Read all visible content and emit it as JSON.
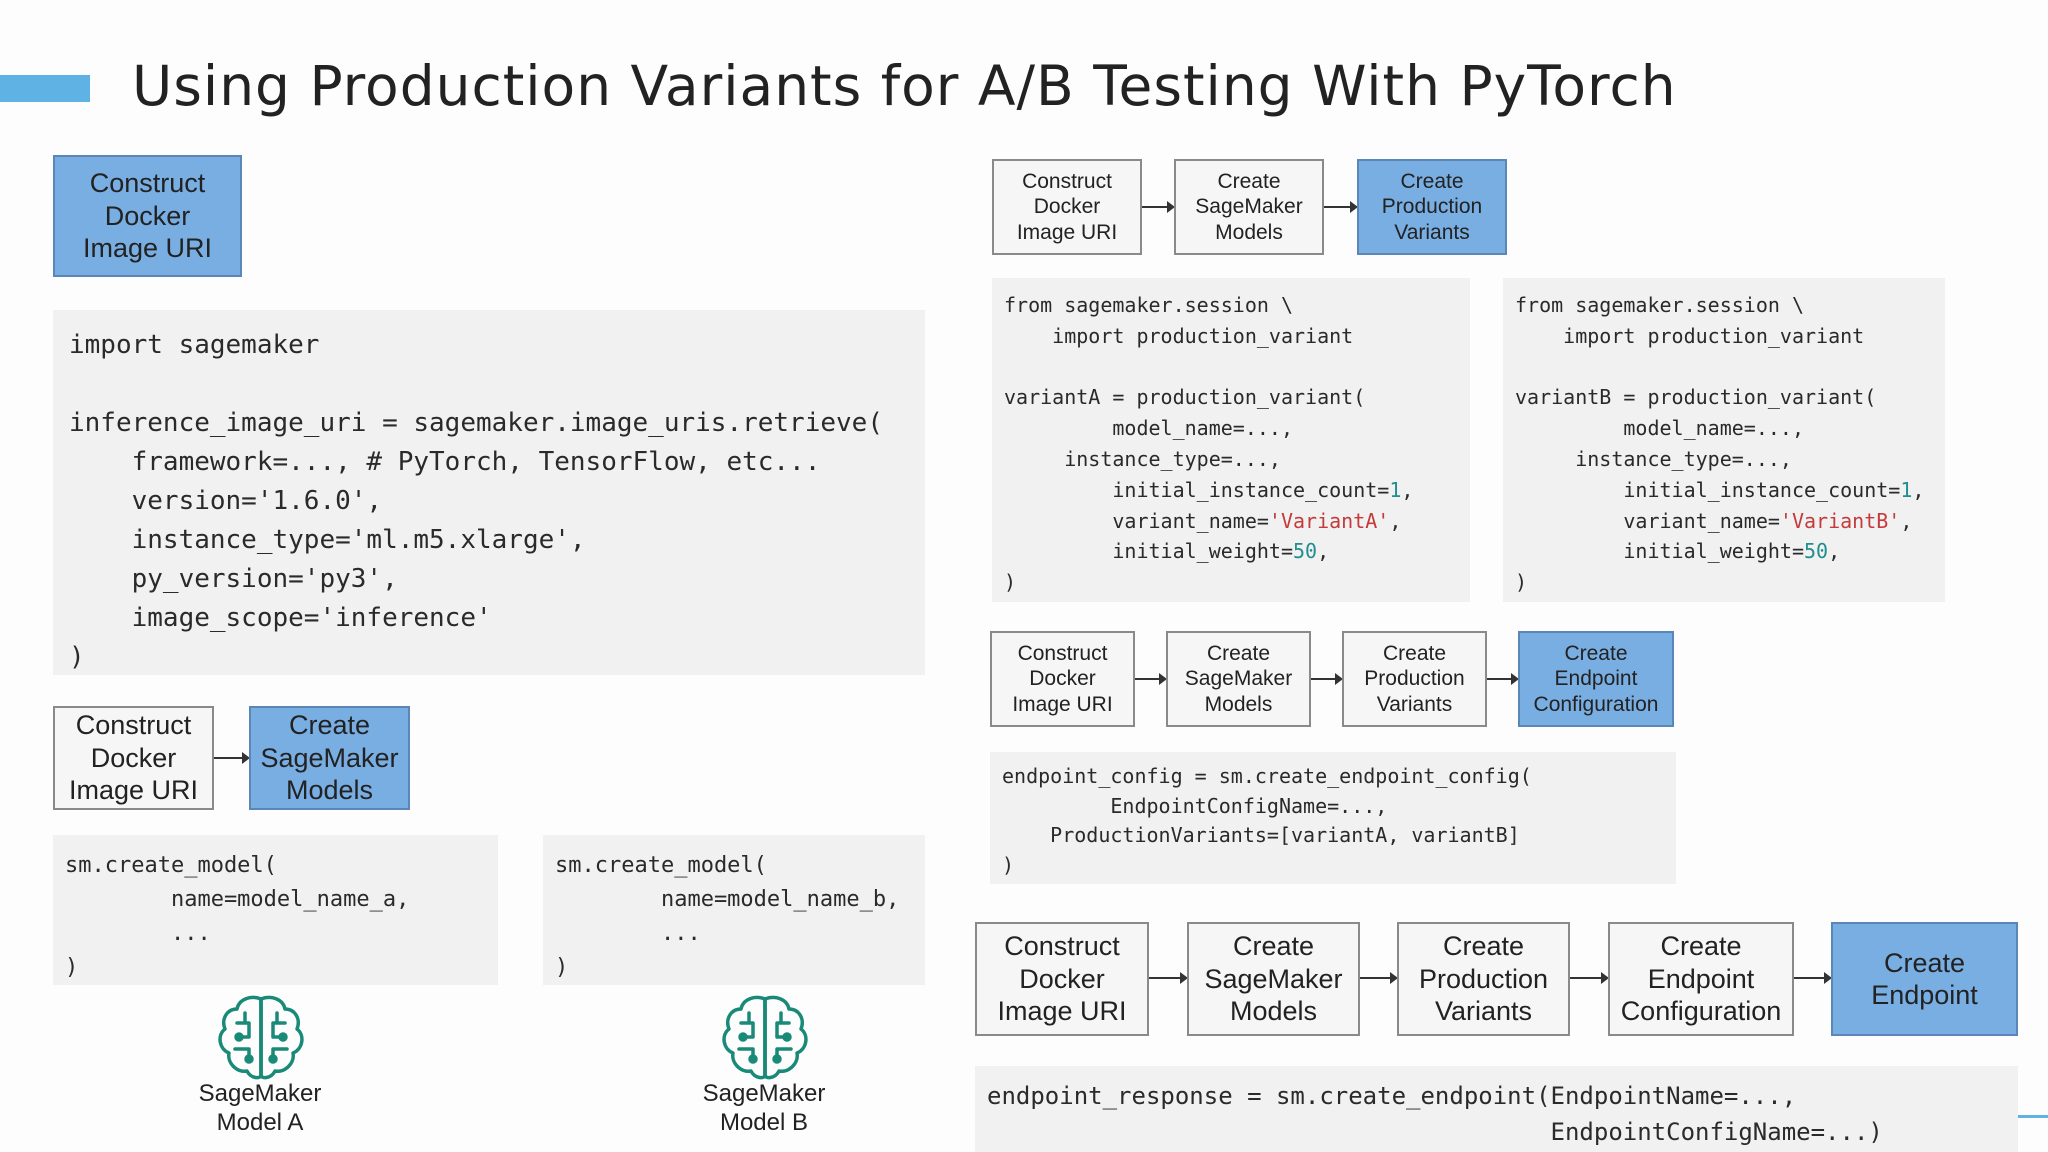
{
  "title": "Using Production Variants for A/B Testing With PyTorch",
  "labels": {
    "construct": "Construct\nDocker\nImage URI",
    "create_models": "Create\nSageMaker\nModels",
    "create_variants": "Create\nProduction\nVariants",
    "create_config": "Create\nEndpoint\nConfiguration",
    "create_endpoint": "Create\nEndpoint"
  },
  "code": {
    "image_uri": "import sagemaker\n\ninference_image_uri = sagemaker.image_uris.retrieve(\n    framework=..., # PyTorch, TensorFlow, etc...\n    version='1.6.0',\n    instance_type='ml.m5.xlarge',\n    py_version='py3',\n    image_scope='inference'\n)",
    "model_a": "sm.create_model(\n        name=model_name_a,\n        ...\n)",
    "model_b": "sm.create_model(\n        name=model_name_b,\n        ...\n)",
    "variant_a": {
      "before": "from sagemaker.session \\\n    import production_variant\n\nvariantA = production_variant(\n         model_name=...,\n     instance_type=...,\n         initial_instance_count=",
      "count": "1",
      "mid": ",\n         variant_name=",
      "name": "'VariantA'",
      "mid2": ",\n         initial_weight=",
      "weight": "50",
      "after": ",\n)"
    },
    "variant_b": {
      "before": "from sagemaker.session \\\n    import production_variant\n\nvariantB = production_variant(\n         model_name=...,\n     instance_type=...,\n         initial_instance_count=",
      "count": "1",
      "mid": ",\n         variant_name=",
      "name": "'VariantB'",
      "mid2": ",\n         initial_weight=",
      "weight": "50",
      "after": ",\n)"
    },
    "endpoint_config": "endpoint_config = sm.create_endpoint_config(\n         EndpointConfigName=...,\n    ProductionVariants=[variantA, variantB]\n)",
    "endpoint": "endpoint_response = sm.create_endpoint(EndpointName=...,\n                                       EndpointConfigName=...)"
  },
  "models": {
    "a_label": "SageMaker\nModel A",
    "b_label": "SageMaker\nModel B"
  },
  "colors": {
    "highlight": "#79aee3",
    "accent": "#5fb2e4",
    "icon": "#1a8a78"
  }
}
